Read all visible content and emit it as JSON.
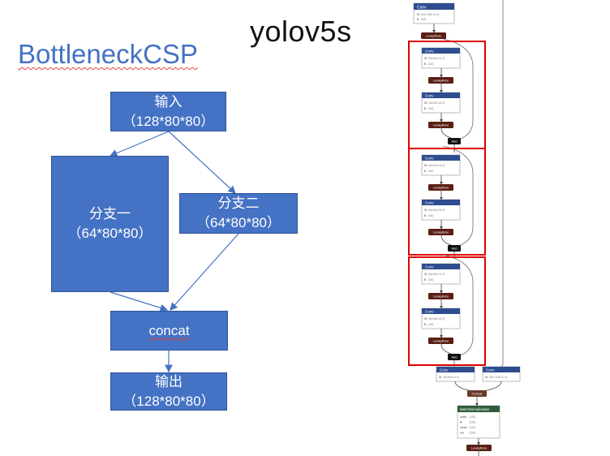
{
  "title": "yolov5s",
  "subtitle": "BottleneckCSP",
  "diagram": {
    "input": {
      "line1": "输入",
      "line2": "（128*80*80）"
    },
    "branch1": {
      "line1": "分支一",
      "line2": "（64*80*80）"
    },
    "branch2": {
      "line1": "分支二",
      "line2": "（64*80*80）"
    },
    "concat": {
      "label": "concat"
    },
    "output": {
      "line1": "输出",
      "line2": "（128*80*80）"
    }
  },
  "graph": {
    "colors": {
      "conv": "#2e4d8f",
      "relu": "#5a1e14",
      "add": "#111111",
      "bn": "#2f5d3a",
      "highlight": "#e00000"
    },
    "top_conv": {
      "name": "Conv",
      "w": "⟨64×128×1×1⟩",
      "b": "⟨64⟩"
    },
    "relu_label": "LeakyRelu",
    "add_label": "Add",
    "bottlenecks": [
      {
        "conv1": {
          "name": "Conv",
          "w": "⟨64×64×1×1⟩",
          "b": "⟨64⟩"
        },
        "conv2": {
          "name": "Conv",
          "w": "⟨64×64×3×3⟩",
          "b": "⟨64⟩"
        }
      },
      {
        "conv1": {
          "name": "Conv",
          "w": "⟨64×64×1×1⟩",
          "b": "⟨64⟩"
        },
        "conv2": {
          "name": "Conv",
          "w": "⟨64×64×3×3⟩",
          "b": "⟨64⟩"
        }
      },
      {
        "conv1": {
          "name": "Conv",
          "w": "⟨64×64×1×1⟩",
          "b": "⟨64⟩"
        },
        "conv2": {
          "name": "Conv",
          "w": "⟨64×64×3×3⟩",
          "b": "⟨64⟩"
        }
      }
    ],
    "bottom_conv_left": {
      "name": "Conv",
      "w": "⟨64×64×1×1⟩"
    },
    "bottom_conv_right": {
      "name": "Conv",
      "w": "⟨64×128×1×1⟩"
    },
    "concat_label": "Concat",
    "bn": {
      "name": "BatchNormalization",
      "rows": [
        {
          "k": "scale",
          "v": "⟨128⟩"
        },
        {
          "k": "B",
          "v": "⟨128⟩"
        },
        {
          "k": "mean",
          "v": "⟨128⟩"
        },
        {
          "k": "var",
          "v": "⟨128⟩"
        }
      ]
    },
    "final_relu": "LeakyRelu"
  }
}
